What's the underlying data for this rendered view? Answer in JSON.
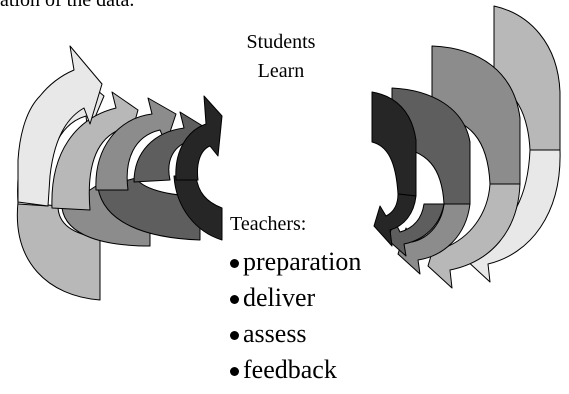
{
  "top_caption": "ation of the data.",
  "students_label": [
    "Students",
    "Learn"
  ],
  "teachers": {
    "heading": "Teachers:",
    "items": [
      "preparation",
      "deliver",
      "assess",
      "feedback"
    ]
  },
  "colors": {
    "arrow_darkest": "#262626",
    "arrow_dark": "#5e5e5e",
    "arrow_mid": "#8c8c8c",
    "arrow_light": "#b8b8b8",
    "arrow_lightest": "#e8e8e8",
    "outline": "#000000"
  }
}
